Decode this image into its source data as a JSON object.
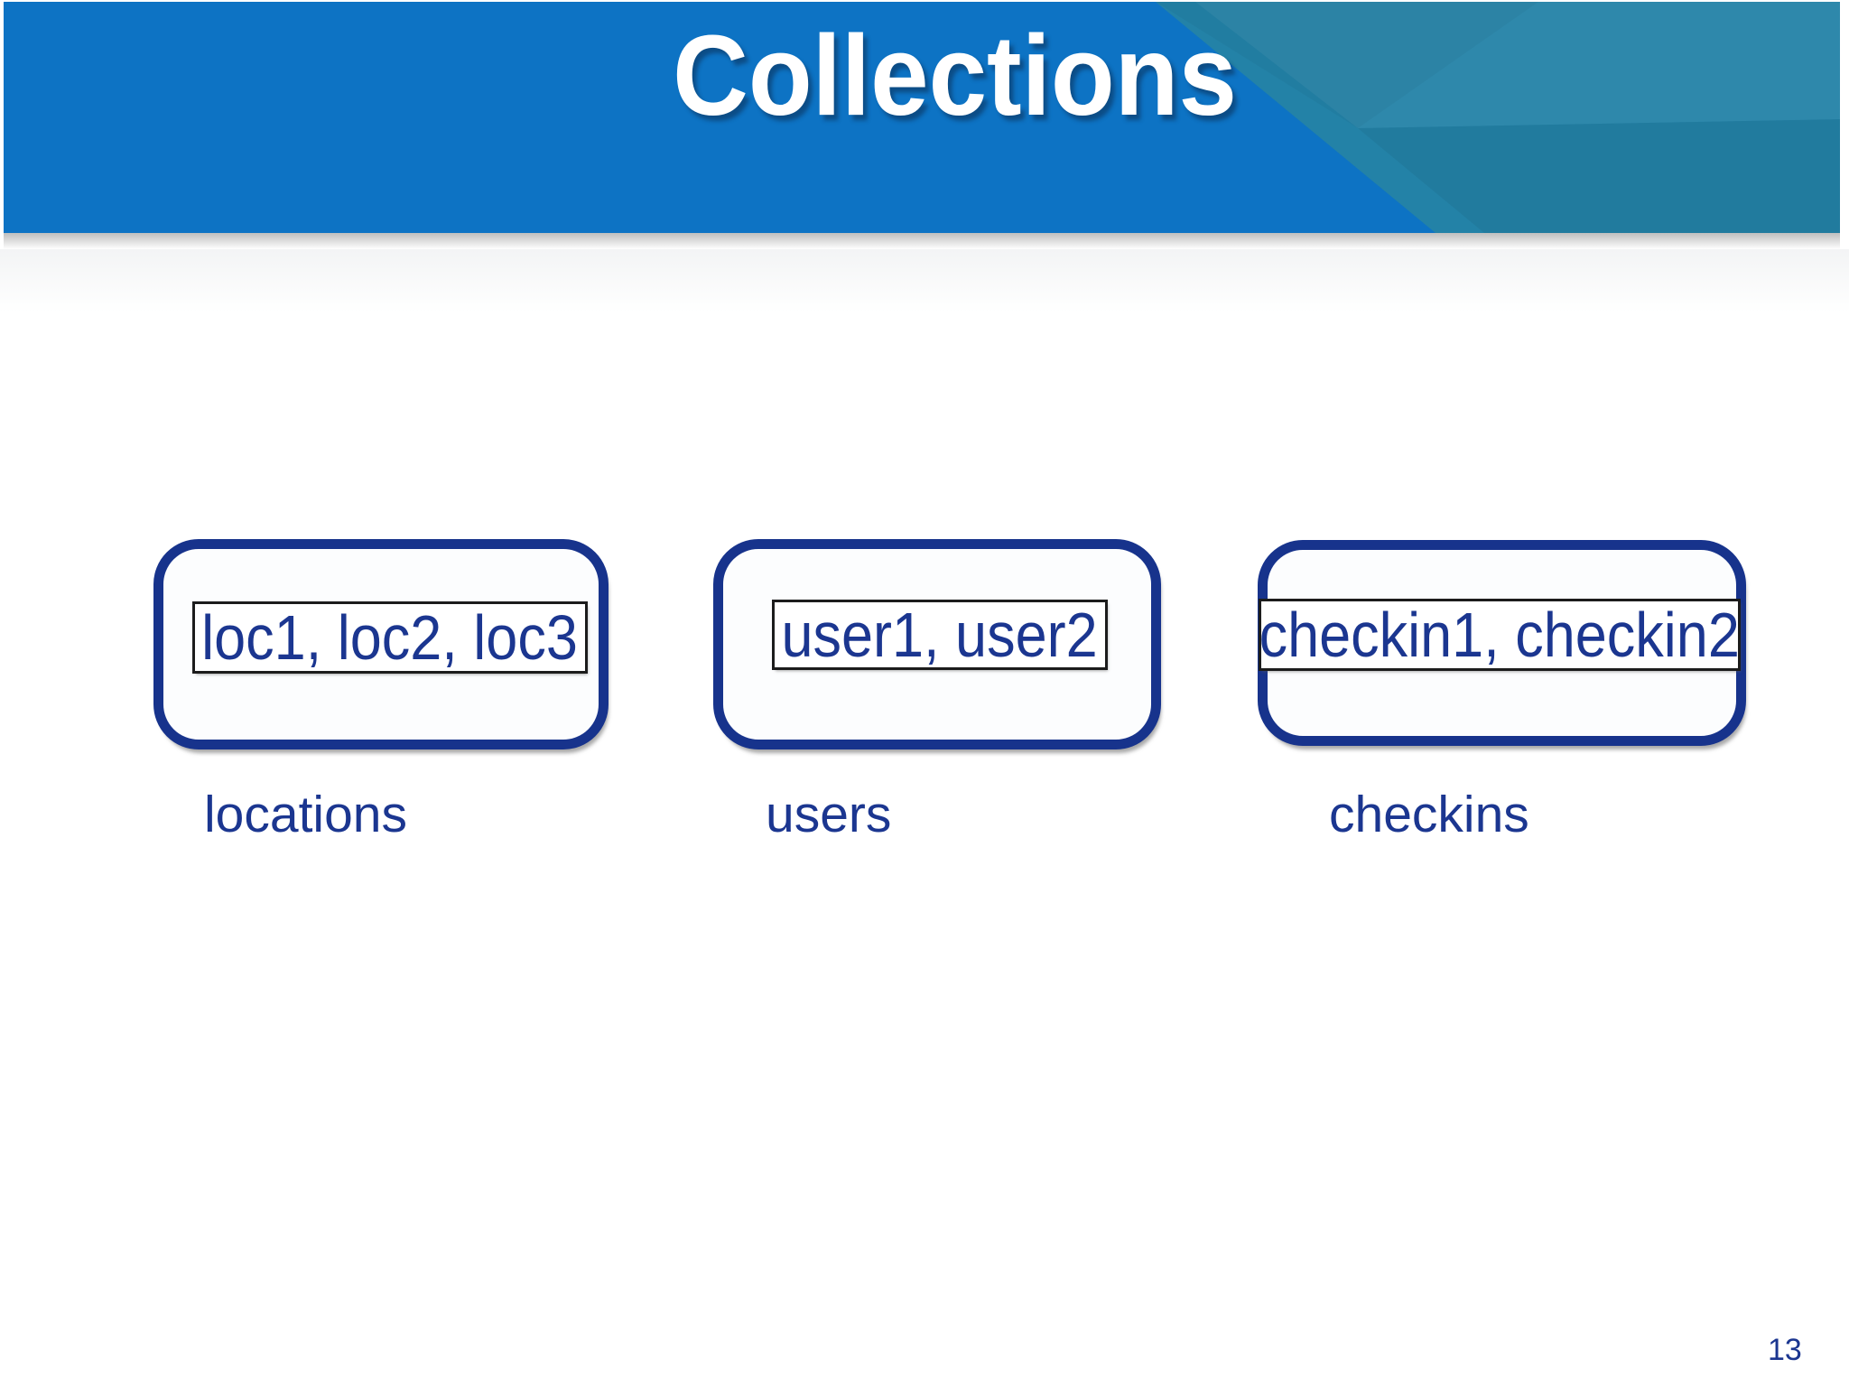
{
  "slide": {
    "title": "Collections",
    "page_number": "13",
    "collections": [
      {
        "id": "locations",
        "documents": "loc1, loc2, loc3",
        "label": "locations"
      },
      {
        "id": "users",
        "documents": "user1, user2",
        "label": "users"
      },
      {
        "id": "checkins",
        "documents": "checkin1, checkin2",
        "label": "checkins"
      }
    ],
    "colors": {
      "header_blue": "#0d73c4",
      "header_teal": "#2382a7",
      "navy": "#1b3690",
      "box_border_navy": "#17338c",
      "inner_box_border": "#1c1c1c",
      "title_text": "#ffffff"
    }
  }
}
